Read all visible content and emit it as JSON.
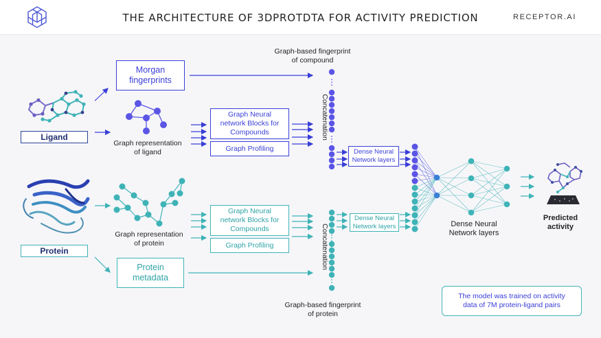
{
  "header": {
    "title": "THE ARCHITECTURE OF 3DPROTDTA FOR ACTIVITY PREDICTION",
    "brand": "RECEPTOR.AI"
  },
  "ligand": {
    "label": "Ligand",
    "morgan": [
      "Morgan",
      "fingerprints"
    ],
    "graph_rep": [
      "Graph representation",
      "of ligand"
    ],
    "gnn_block": [
      "Graph Neural",
      "network Blocks for",
      "Compounds"
    ],
    "profiling": "Graph Profiling",
    "fingerprint": [
      "Graph-based fingerprint",
      "of compound"
    ],
    "dense": [
      "Dense Neural",
      "Network layers"
    ]
  },
  "protein": {
    "label": "Protein",
    "metadata": [
      "Protein",
      "metadata"
    ],
    "graph_rep": [
      "Graph representation",
      "of protein"
    ],
    "gnn_block": [
      "Graph Neural",
      "network Blocks for",
      "Compounds"
    ],
    "profiling": "Graph Profiling",
    "fingerprint": [
      "Graph-based fingerprint",
      "of protein"
    ],
    "dense": [
      "Dense Neural",
      "Network layers"
    ]
  },
  "concat_label": "Concatenation",
  "network_label": [
    "Dense Neural",
    "Network layers"
  ],
  "output_label": [
    "Predicted",
    "activity"
  ],
  "note": [
    "The model was trained on activity",
    "data of 7M protein-ligand pairs"
  ],
  "colors": {
    "blue": "#3a3fd6",
    "blue_dot": "#5b55e6",
    "teal": "#3fb3b6",
    "navy": "#2b4399"
  }
}
